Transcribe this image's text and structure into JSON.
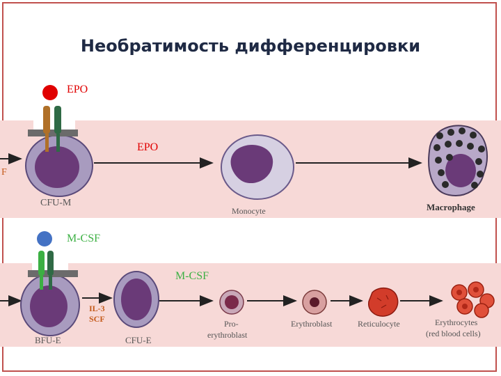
{
  "title": "Необратимость дифференцировки",
  "colors": {
    "frame": "#c0504d",
    "panel": "#f7d9d7",
    "epo": "#e00000",
    "mcsf": "#3cb043",
    "title": "#1f2a44"
  },
  "row1": {
    "ligand_label": "EPO",
    "ligand_label_inner": "EPO",
    "edge_fragment": "F",
    "cells": [
      "CFU-M",
      "Monocyte",
      "Macrophage"
    ]
  },
  "row2": {
    "ligand_label": "M-CSF",
    "ligand_label_inner": "M-CSF",
    "factors": [
      "IL-3",
      "SCF"
    ],
    "cells": [
      "BFU-E",
      "CFU-E",
      "Pro-",
      "erythroblast",
      "Erythroblast",
      "Reticulocyte",
      "Erythrocytes",
      "(red blood cells)"
    ]
  }
}
